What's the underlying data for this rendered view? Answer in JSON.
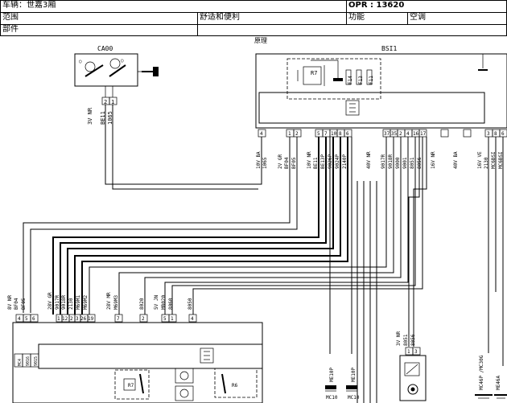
{
  "header": {
    "vehicle": "车辆：世嘉3厢",
    "opr": "OPR : 13620",
    "scope_label": "范围",
    "scope_value": "舒适和便利",
    "function_label": "功能",
    "function_value": "空调",
    "part_label": "部件",
    "principle_label": "原理"
  },
  "ca00": {
    "name": "CA00",
    "pins": [
      "2",
      "1"
    ],
    "wire_label": "3V NR",
    "signals": [
      "BE11",
      "1065"
    ]
  },
  "bsi": {
    "name": "BSI1",
    "relay": "R7",
    "fuses": [
      "F14",
      "F13",
      "F11"
    ],
    "pins": [
      "4",
      "1",
      "2",
      "5",
      "7",
      "10",
      "8",
      "6",
      "37",
      "35",
      "2",
      "4",
      "16",
      "17",
      "3",
      "8",
      "6"
    ],
    "wire_groups": [
      {
        "label": "10V BA",
        "signals": [
          "1065"
        ]
      },
      {
        "label": "2V GR",
        "signals": [
          "BF04",
          "BF05"
        ]
      },
      {
        "label": "10V NR",
        "signals": [
          "BE11",
          "BE13P",
          "9026P",
          "9024P",
          "2140P"
        ]
      },
      {
        "label": "40V NR",
        "signals": [
          "9017R",
          "9018R",
          "9000",
          "9001",
          "8051",
          "8056"
        ]
      },
      {
        "label": "16V NR",
        "signals": []
      },
      {
        "label": "40V BA",
        "signals": []
      },
      {
        "label": "16V VE",
        "signals": [
          "2130",
          "MC6BSI",
          "MC6BSI"
        ]
      }
    ]
  },
  "lower_left": {
    "connector1_label": "8V NR",
    "connector1_signals": [
      "BF04",
      "BF05"
    ],
    "connector1_pins": [
      "4",
      "5",
      "6"
    ],
    "connector2_label": "28V GR",
    "connector2_signals": [
      "9017R",
      "9018R",
      "2130",
      "M69M1",
      "M69M2"
    ],
    "connector2_pins": [
      "1",
      "12",
      "2",
      "3",
      "26",
      "19"
    ],
    "connector3_label": "28V MR",
    "connector3_signals": [
      "M69M3"
    ],
    "connector3_pins": [
      "7"
    ],
    "connector4_signals": [
      "8020"
    ],
    "connector4_pins": [
      "2"
    ],
    "connector5_label": "5V JN",
    "connector5_signals": [
      "MB020",
      "8060"
    ],
    "connector5_pins": [
      "5",
      "1"
    ],
    "connector6_signals": [
      "8050"
    ],
    "connector6_pins": [
      "4"
    ],
    "side_labels": [
      "MC4",
      "9016",
      "9015"
    ],
    "relay_r7": "R7",
    "relay_r6": "R6"
  },
  "lower_right": {
    "ground_labels": [
      "ME10P",
      "ME10P"
    ],
    "ground_refs": [
      "MC10",
      "MC10"
    ],
    "sensor_wire_label": "3V NR",
    "sensor_signals": [
      "8051",
      "8056"
    ],
    "sensor_pins": [
      "1",
      "3"
    ],
    "right_labels": [
      "MC46P /MC30G",
      "ME46A"
    ]
  }
}
